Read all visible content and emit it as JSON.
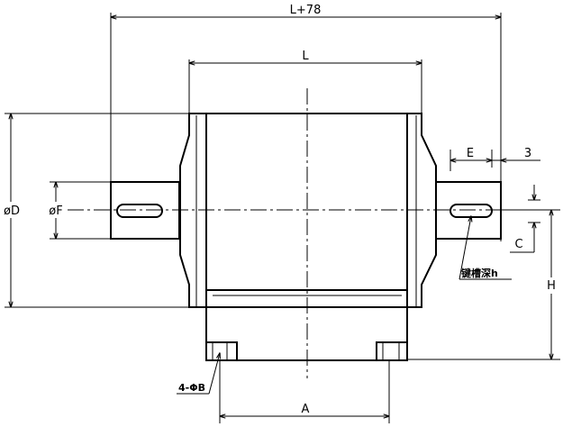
{
  "dimensions": {
    "overall_length": "L+78",
    "body_length": "L",
    "outer_diameter": "øD",
    "shaft_diameter": "øF",
    "key_length": "E",
    "key_offset": "3",
    "key_depth": "C",
    "center_height": "H",
    "foot_spacing": "A"
  },
  "callouts": {
    "keyway": "键槽深h",
    "mount_holes": "4-ΦB"
  }
}
